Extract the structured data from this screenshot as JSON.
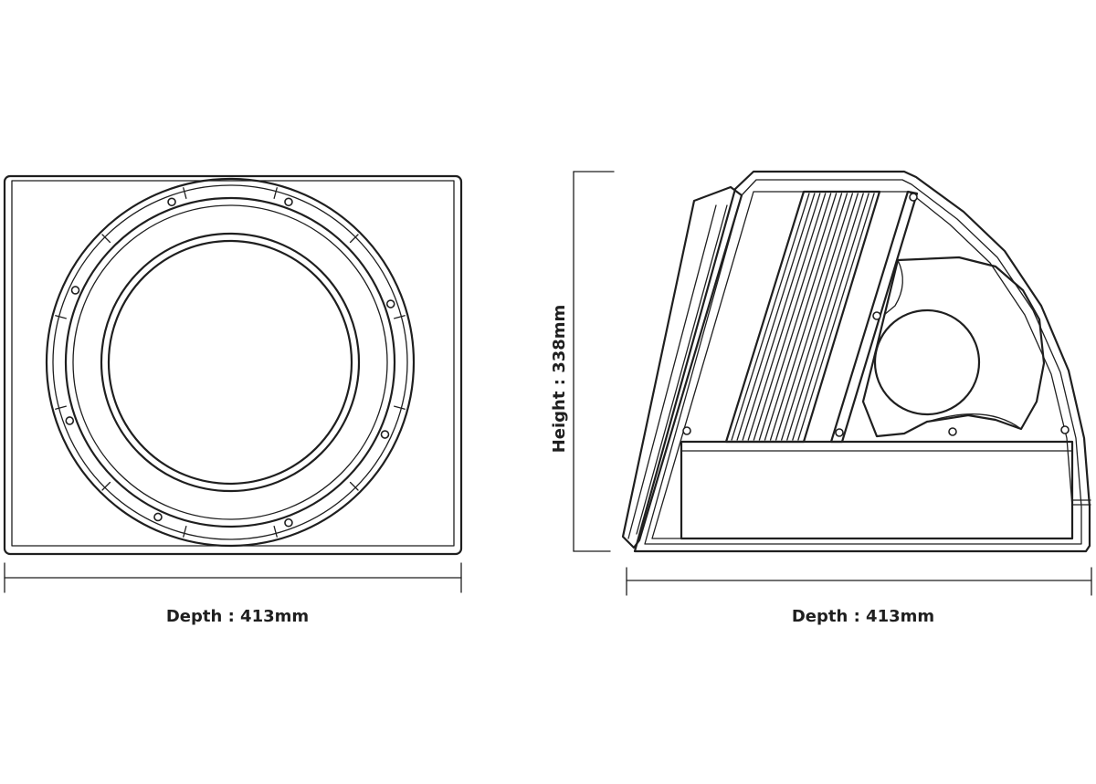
{
  "diagram": {
    "front_view": {
      "width_label": "Depth : 413mm"
    },
    "side_view": {
      "height_label": "Height : 338mm",
      "depth_label": "Depth : 413mm"
    }
  }
}
